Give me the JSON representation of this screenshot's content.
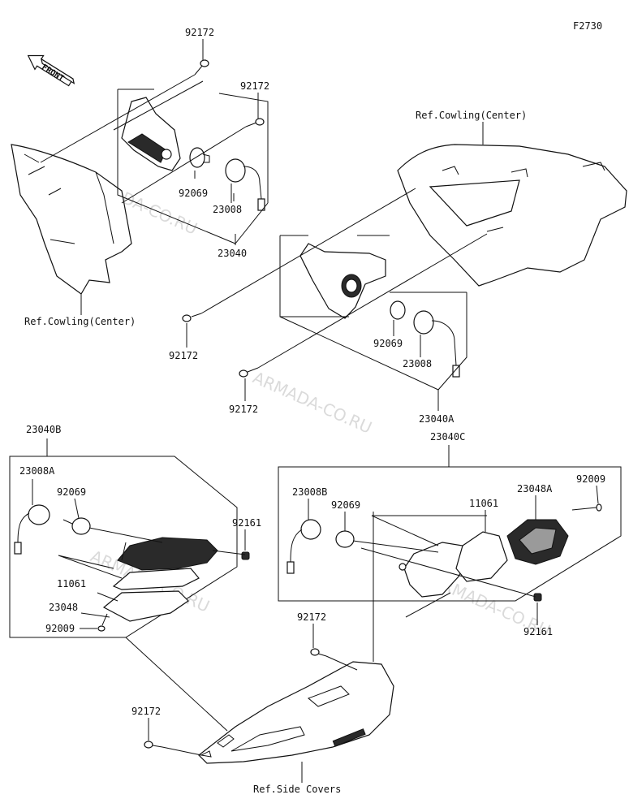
{
  "diagram_code": "F2730",
  "front_arrow_text": "FRONT",
  "watermark": "ARMADA-CO.RU",
  "labels": {
    "l92172_a": "92172",
    "l92172_b": "92172",
    "l92172_c": "92172",
    "l92172_d": "92172",
    "l92172_e": "92172",
    "l92172_f": "92172",
    "l92069_a": "92069",
    "l92069_b": "92069",
    "l92069_c": "92069",
    "l92069_d": "92069",
    "l23008": "23008",
    "l23008_b": "23008",
    "l23040": "23040",
    "l23040A": "23040A",
    "l23040B": "23040B",
    "l23040C": "23040C",
    "l23008A": "23008A",
    "l23008B": "23008B",
    "l92161_a": "92161",
    "l92161_b": "92161",
    "l11061_a": "11061",
    "l11061_b": "11061",
    "l23048": "23048",
    "l23048A": "23048A",
    "l92009_a": "92009",
    "l92009_b": "92009",
    "ref_cowling_left": "Ref.Cowling(Center)",
    "ref_cowling_right": "Ref.Cowling(Center)",
    "ref_side_covers": "Ref.Side Covers"
  }
}
